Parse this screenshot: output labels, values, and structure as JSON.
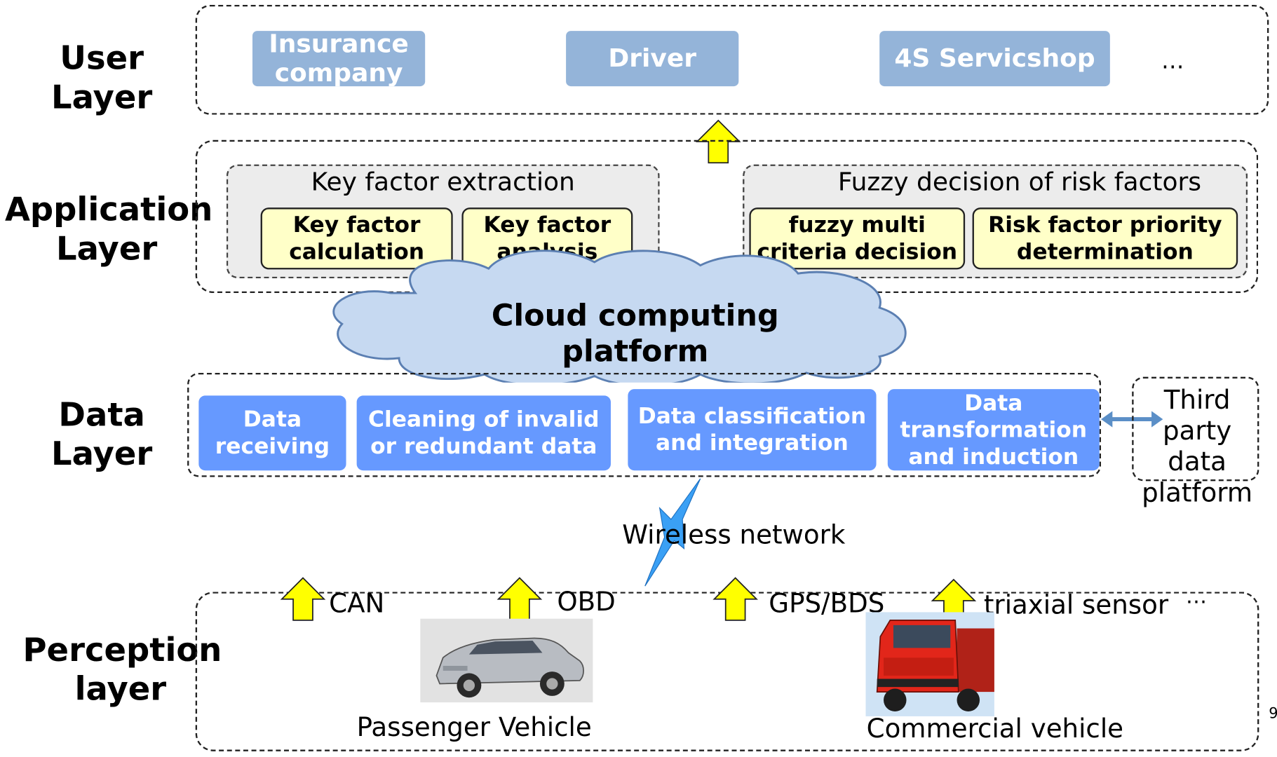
{
  "layers": {
    "user": "User\nLayer",
    "application": "Application\nLayer",
    "data": "Data\nLayer",
    "perception": "Perception\nlayer"
  },
  "user_layer": {
    "boxes": [
      "Insurance company",
      "Driver",
      "4S Servicshop"
    ],
    "ellipsis": "…"
  },
  "application_layer": {
    "group1": {
      "title": "Key factor extraction",
      "items": [
        "Key factor calculation",
        "Key factor analysis"
      ]
    },
    "group2": {
      "title": "Fuzzy decision of risk factors",
      "items": [
        "fuzzy multi criteria decision",
        "Risk factor priority determination"
      ]
    }
  },
  "cloud": {
    "label": "Cloud computing platform",
    "color": "#c6d9f1"
  },
  "data_layer": {
    "boxes": [
      "Data receiving",
      "Cleaning of invalid or redundant data",
      "Data classification and integration",
      "Data transformation and induction"
    ],
    "third_party": "Third party data platform"
  },
  "network": {
    "label": "Wireless network"
  },
  "perception_layer": {
    "sensors": [
      "CAN",
      "OBD",
      "GPS/BDS",
      "triaxial sensor"
    ],
    "ellipsis": "…",
    "vehicles": [
      "Passenger Vehicle",
      "Commercial vehicle"
    ],
    "page_number": "9"
  },
  "colors": {
    "user_box": "#94b4d9",
    "data_box": "#6699ff",
    "factor_box": "#ffffc8",
    "arrow": "#ffff00"
  }
}
